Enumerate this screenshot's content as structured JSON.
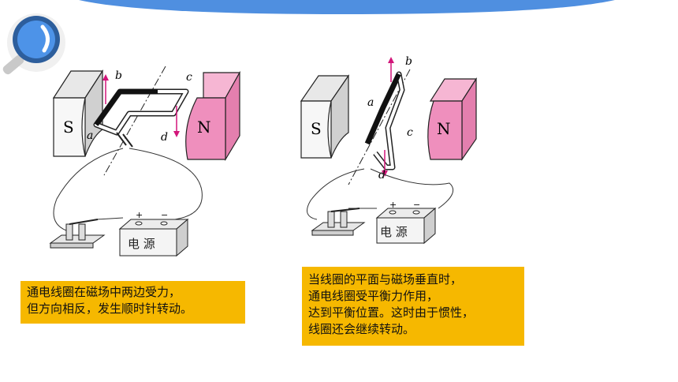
{
  "figure_left": {
    "magnet_s": "S",
    "magnet_n": "N",
    "label_a": "a",
    "label_b": "b",
    "label_c": "c",
    "label_d": "d",
    "battery_plus": "+",
    "battery_minus": "−",
    "battery_label": "电  源"
  },
  "figure_right": {
    "magnet_s": "S",
    "magnet_n": "N",
    "label_a": "a",
    "label_b": "b",
    "label_c": "c",
    "label_d": "d",
    "battery_plus": "+",
    "battery_minus": "−",
    "battery_label": "电  源"
  },
  "caption_left": {
    "lines": [
      "通电线圈在磁场中两边受力，",
      "但方向相反，发生顺时针转动。"
    ]
  },
  "caption_right": {
    "lines": [
      "当线圈的平面与磁场垂直时，",
      "通电线圈受平衡力作用，",
      "达到平衡位置。这时由于惯性，",
      "线圈还会继续转动。"
    ]
  },
  "colors": {
    "accent_blue": "#3a7fd0",
    "caption_bg": "#f6b800",
    "magnet_n": "#ef8fbd",
    "arrow": "#d2167a"
  }
}
